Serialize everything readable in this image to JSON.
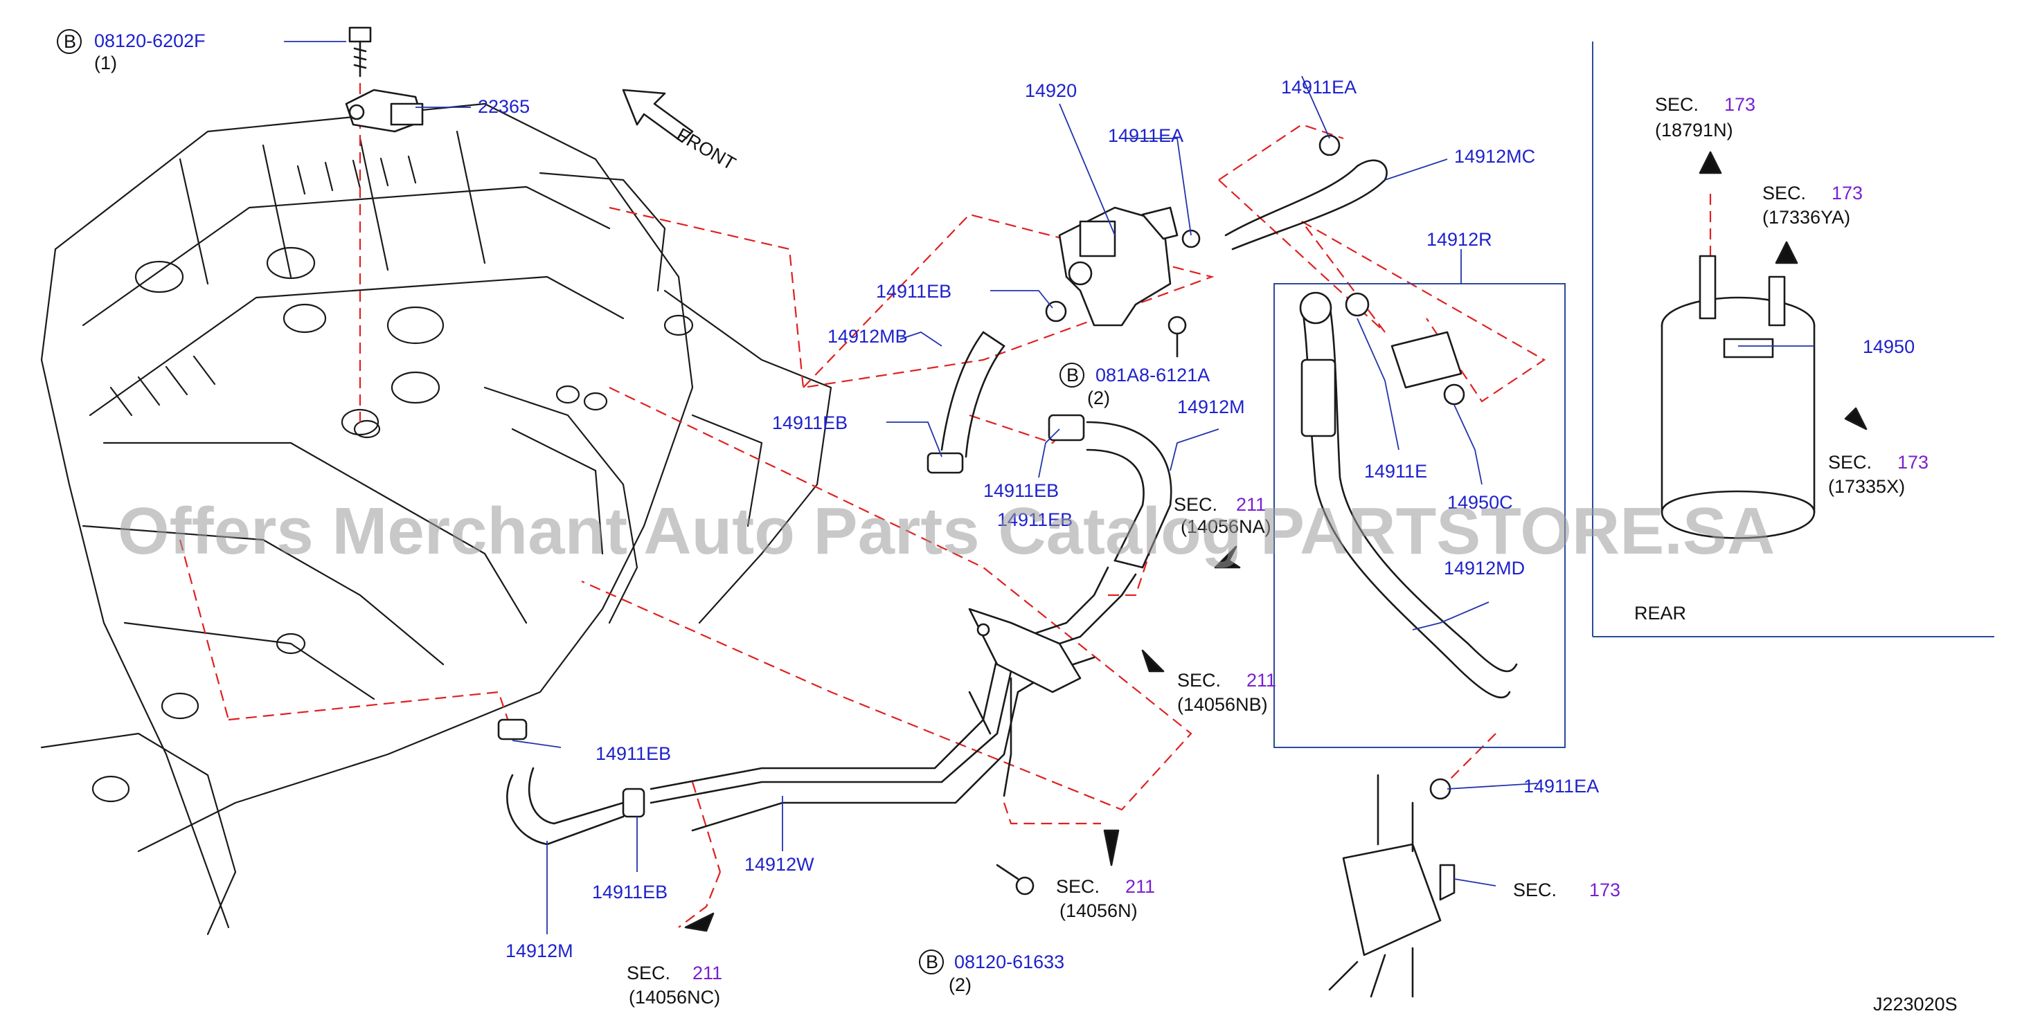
{
  "diagram": {
    "code": "J223020S",
    "watermark": "Offers Merchant Auto Parts Catalog PARTSTORE.SA",
    "front_label": "FRONT",
    "rear_label": "REAR"
  },
  "callouts": {
    "bolt_top_code": "08120-6202F",
    "bolt_top_qty": "(1)",
    "bolt_mid_code": "081A8-6121A",
    "bolt_mid_qty": "(2)",
    "bolt_bottom_code": "08120-61633",
    "bolt_bottom_qty": "(2)",
    "badge_letter": "B"
  },
  "part_numbers": {
    "sensor": "22365",
    "valve": "14920",
    "clip_ea_top": "14911EA",
    "clip_ea_left": "14911EA",
    "clip_ea_right": "14911EA",
    "hose_mc": "14912MC",
    "hose_r": "14912R",
    "clip_eb_1": "14911EB",
    "hose_mb": "14912MB",
    "clip_eb_2": "14911EB",
    "clip_eb_3": "14911EB",
    "clip_eb_4": "14911EB",
    "clip_eb_5": "14911EB",
    "clip_eb_6": "14911EB",
    "hose_m_right": "14912M",
    "hose_m_left": "14912M",
    "clip_e": "14911E",
    "filter": "14950C",
    "hose_md": "14912MD",
    "tube_w": "14912W",
    "canister": "14950"
  },
  "sections": {
    "sec_word": "SEC.",
    "sec_211a_num": "211",
    "sec_211a_ref": "(14056NA)",
    "sec_211b_num": "211",
    "sec_211b_ref": "(14056NB)",
    "sec_211c_num": "211",
    "sec_211c_ref": "(14056N)",
    "sec_211d_num": "211",
    "sec_211d_ref": "(14056NC)",
    "sec_173_bottom_num": "173",
    "sec_173a_num": "173",
    "sec_173a_ref": "(18791N)",
    "sec_173b_num": "173",
    "sec_173b_ref": "(17336YA)",
    "sec_173c_num": "173",
    "sec_173c_ref": "(17335X)"
  }
}
